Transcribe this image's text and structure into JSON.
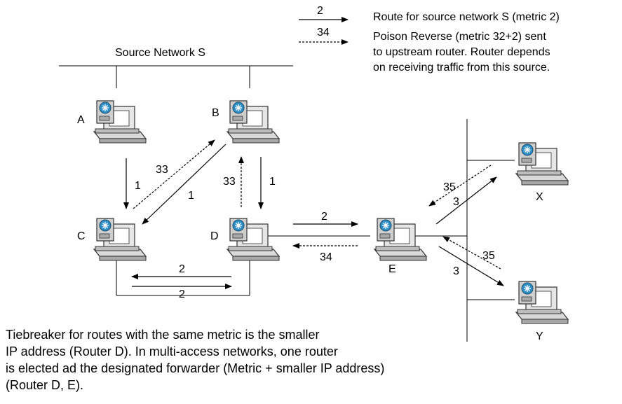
{
  "legend": {
    "solid_metric": "2",
    "solid_text": "Route for source network S (metric 2)",
    "dashed_metric": "34",
    "dashed_lines": [
      "Poison Reverse (metric 32+2) sent",
      "to upstream router. Router depends",
      "on receiving traffic from this source."
    ]
  },
  "network_label": "Source Network S",
  "routers": {
    "A": "A",
    "B": "B",
    "C": "C",
    "D": "D",
    "E": "E",
    "X": "X",
    "Y": "Y"
  },
  "metrics": {
    "a_to_c": "1",
    "c_to_b_poison": "33",
    "b_to_c": "1",
    "d_to_b_poison": "33",
    "b_to_d": "1",
    "d_to_c": "2",
    "c_to_d": "2",
    "d_to_e": "2",
    "e_to_d_poison": "34",
    "x_to_e_poison": "35",
    "e_to_x": "3",
    "y_to_e_poison": "35",
    "e_to_y": "3"
  },
  "footnote": {
    "lines": [
      "Tiebreaker for routes with the same metric is the smaller",
      "IP address (Router D). In multi-access networks, one router",
      "is elected ad the designated forwarder (Metric + smaller IP address)",
      "(Router D, E)."
    ]
  },
  "colors": {
    "router_body": "#c9c9c9",
    "router_screen": "#ffffff",
    "router_badge": "#2f8fc7",
    "line": "#000000"
  }
}
